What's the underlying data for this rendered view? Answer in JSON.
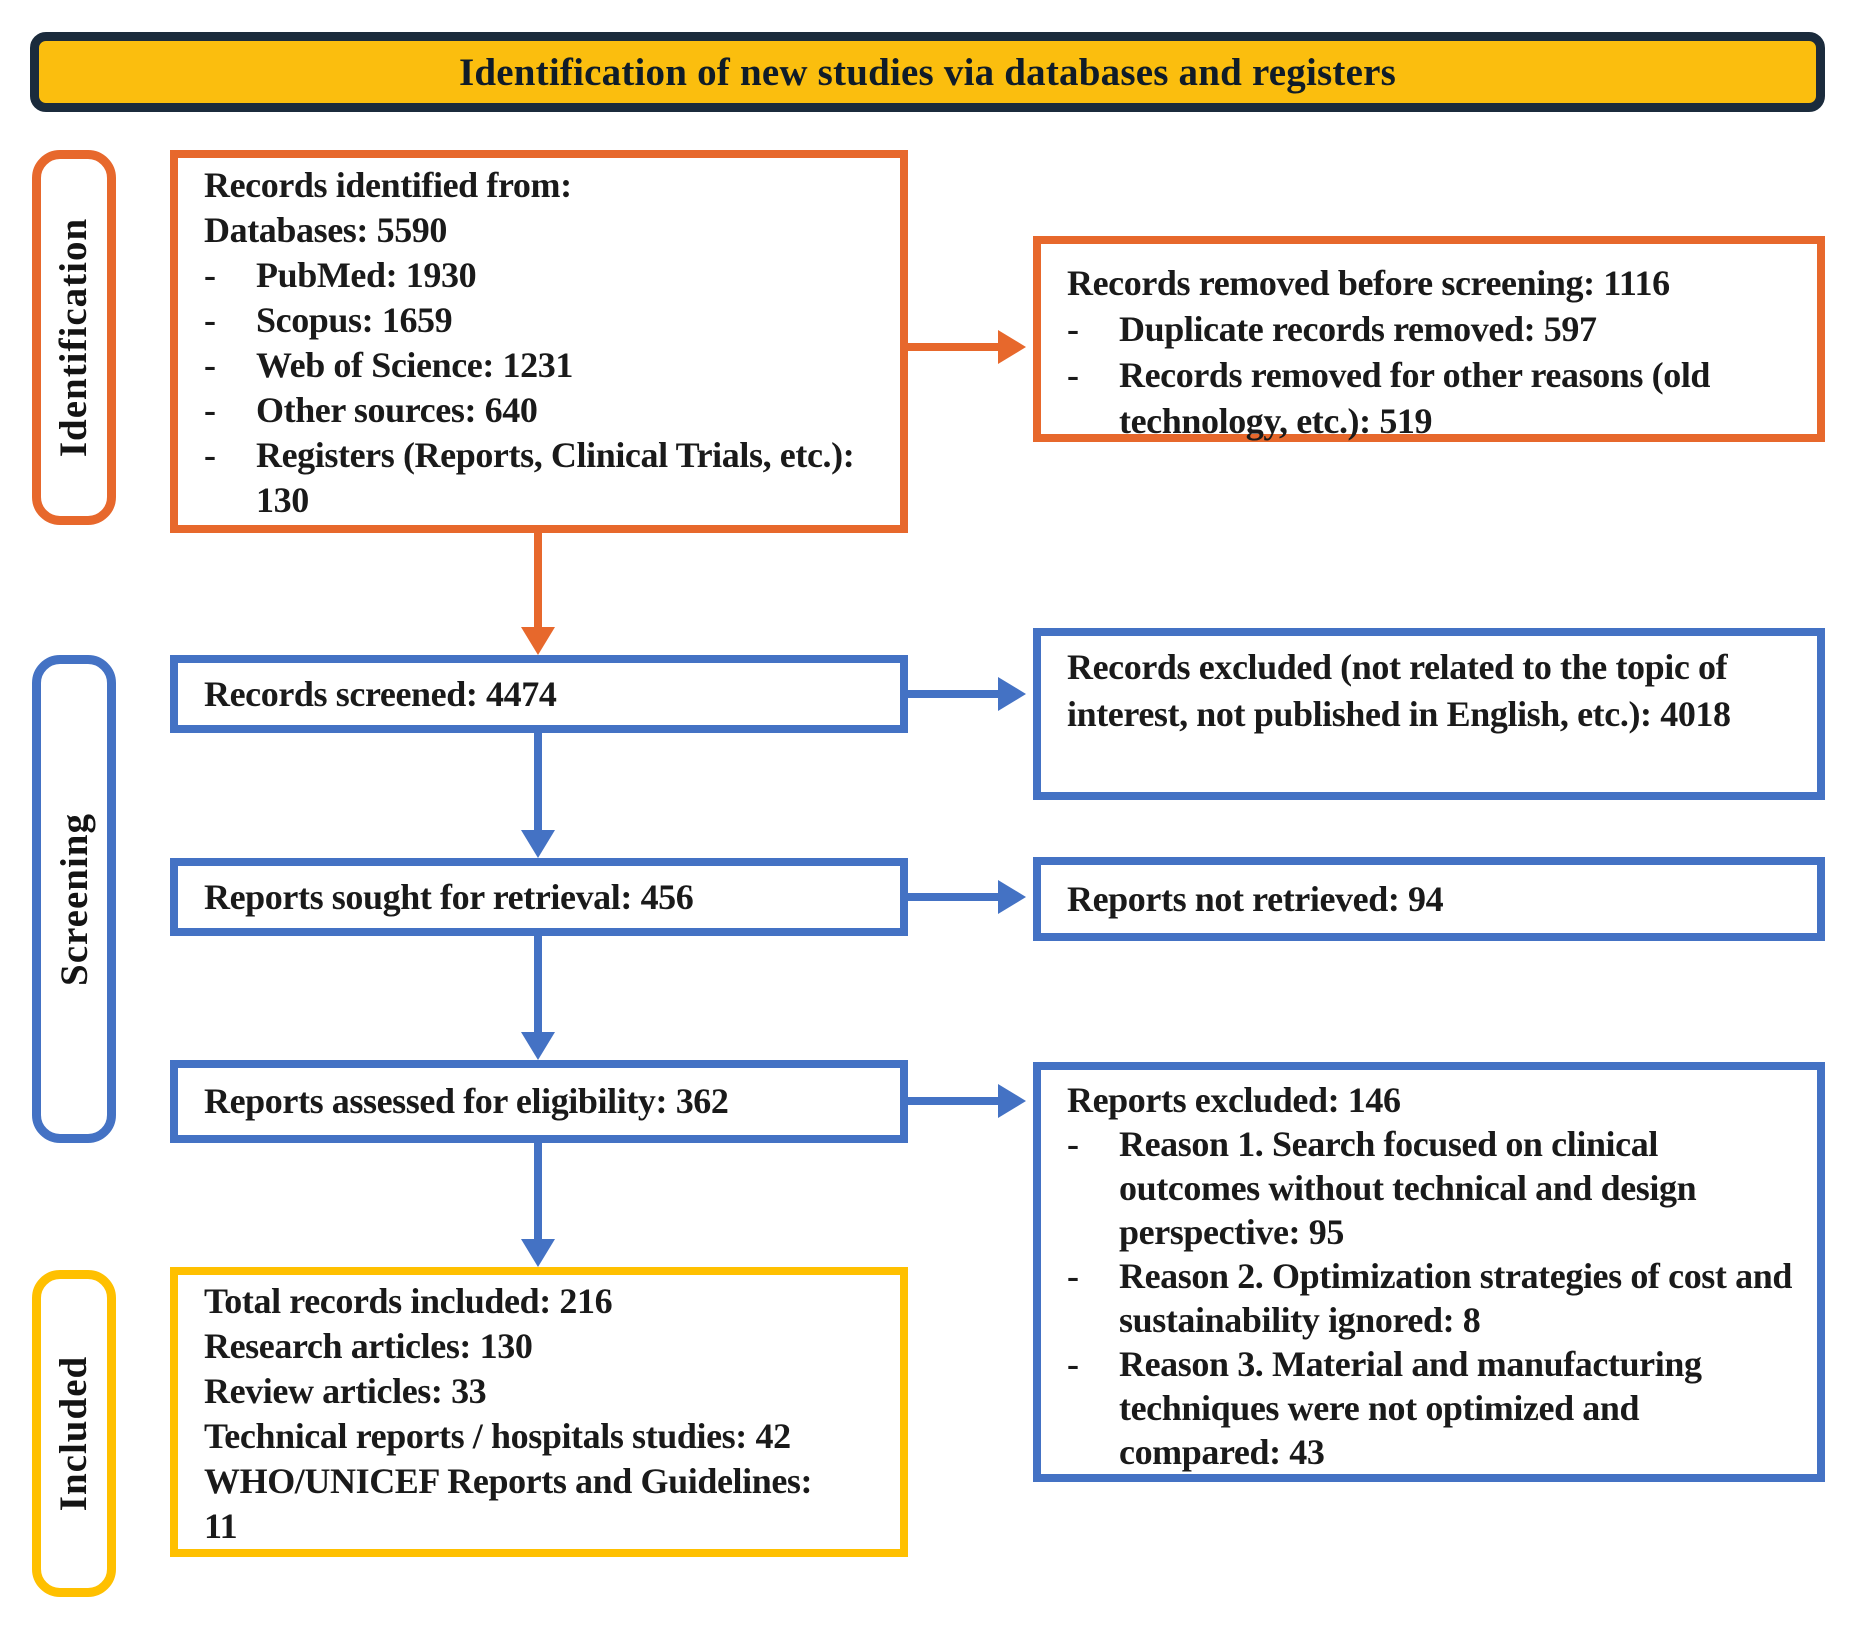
{
  "banner": {
    "title": "Identification of new studies via databases and registers"
  },
  "stages": {
    "identification": "Identification",
    "screening": "Screening",
    "included": "Included"
  },
  "ui": {
    "bullet_char": "-"
  },
  "flow": {
    "identified": {
      "line1": "Records identified from:",
      "line2": "Databases: 5590",
      "bullets": [
        "PubMed: 1930",
        "Scopus: 1659",
        "Web of Science: 1231",
        "Other sources: 640",
        "Registers (Reports, Clinical Trials, etc.): 130"
      ]
    },
    "removed": {
      "heading": "Records removed before screening: 1116",
      "bullets": [
        "Duplicate records removed: 597",
        "Records removed for other reasons (old technology, etc.): 519"
      ]
    },
    "screened": "Records screened: 4474",
    "excluded_records": "Records excluded (not related to the topic of interest, not published in English, etc.): 4018",
    "sought": "Reports sought for retrieval: 456",
    "not_retrieved": "Reports not retrieved: 94",
    "assessed": "Reports assessed for eligibility: 362",
    "excluded_reports": {
      "heading": "Reports excluded: 146",
      "bullets": [
        "Reason 1. Search focused on clinical outcomes without technical and design perspective: 95",
        "Reason 2. Optimization strategies of cost and sustainability ignored: 8",
        "Reason 3. Material and manufacturing techniques were not optimized and compared: 43"
      ]
    },
    "included": {
      "lines": [
        "Total records included: 216",
        "Research articles: 130",
        "Review articles: 33",
        "Technical reports / hospitals studies: 42",
        "WHO/UNICEF Reports and Guidelines: 11"
      ]
    }
  },
  "colors": {
    "orange": "#E7682C",
    "blue": "#4472C4",
    "gold": "#FFC000",
    "banner_fill": "#FBBE0E",
    "banner_border": "#1B2B3C"
  }
}
